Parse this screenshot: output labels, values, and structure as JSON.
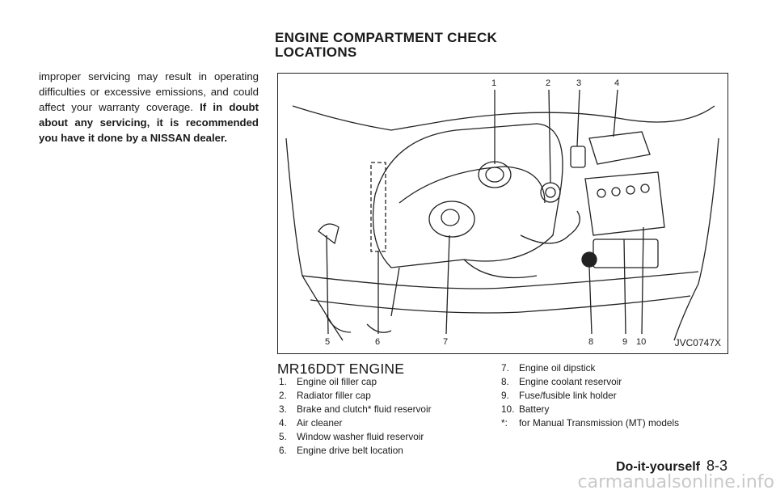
{
  "intro": {
    "text": "improper servicing may result in operating difficulties or excessive emissions, and could affect your warranty coverage.",
    "bold": "If in doubt about any servicing, it is recommended you have it done by a NISSAN dealer."
  },
  "section_title_line1": "ENGINE COMPARTMENT CHECK",
  "section_title_line2": "LOCATIONS",
  "figure": {
    "code": "JVC0747X",
    "callouts_top": [
      "1",
      "2",
      "3",
      "4"
    ],
    "callouts_bottom": [
      "5",
      "6",
      "7",
      "8",
      "9",
      "10"
    ]
  },
  "engine_title": "MR16DDT ENGINE",
  "list_left": [
    {
      "num": "1.",
      "label": "Engine oil filler cap"
    },
    {
      "num": "2.",
      "label": "Radiator filler cap"
    },
    {
      "num": "3.",
      "label": "Brake and clutch* fluid reservoir"
    },
    {
      "num": "4.",
      "label": "Air cleaner"
    },
    {
      "num": "5.",
      "label": "Window washer fluid reservoir"
    },
    {
      "num": "6.",
      "label": "Engine drive belt location"
    }
  ],
  "list_right": [
    {
      "num": "7.",
      "label": "Engine oil dipstick"
    },
    {
      "num": "8.",
      "label": "Engine coolant reservoir"
    },
    {
      "num": "9.",
      "label": "Fuse/fusible link holder"
    },
    {
      "num": "10.",
      "label": "Battery"
    },
    {
      "num": "*:",
      "label": "for Manual Transmission (MT) models"
    }
  ],
  "footer": {
    "section": "Do-it-yourself",
    "page": "8-3"
  },
  "watermark": "carmanualsonline.info"
}
